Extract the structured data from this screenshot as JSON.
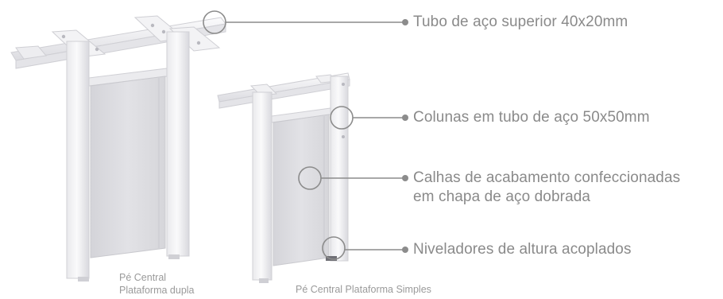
{
  "callouts": [
    {
      "text": "Tubo de aço superior 40x20mm"
    },
    {
      "lines": [
        "Colunas em tubo de aço 50x50mm"
      ]
    },
    {
      "lines": [
        "Calhas de acabamento confeccionadas",
        "em chapa de aço dobrada"
      ]
    },
    {
      "lines": [
        "Niveladores de altura acoplados"
      ]
    }
  ],
  "captions": {
    "double": [
      "Pé Central",
      "Plataforma dupla"
    ],
    "single": "Pé Central Plataforma Simples"
  },
  "colors": {
    "metal_light": "#f2f2f4",
    "metal_mid": "#e3e3e6",
    "metal_dark": "#cfcfd4",
    "panel": "#dcdce0",
    "callout_line": "#8c8c8c",
    "text": "#8a8a8a"
  }
}
